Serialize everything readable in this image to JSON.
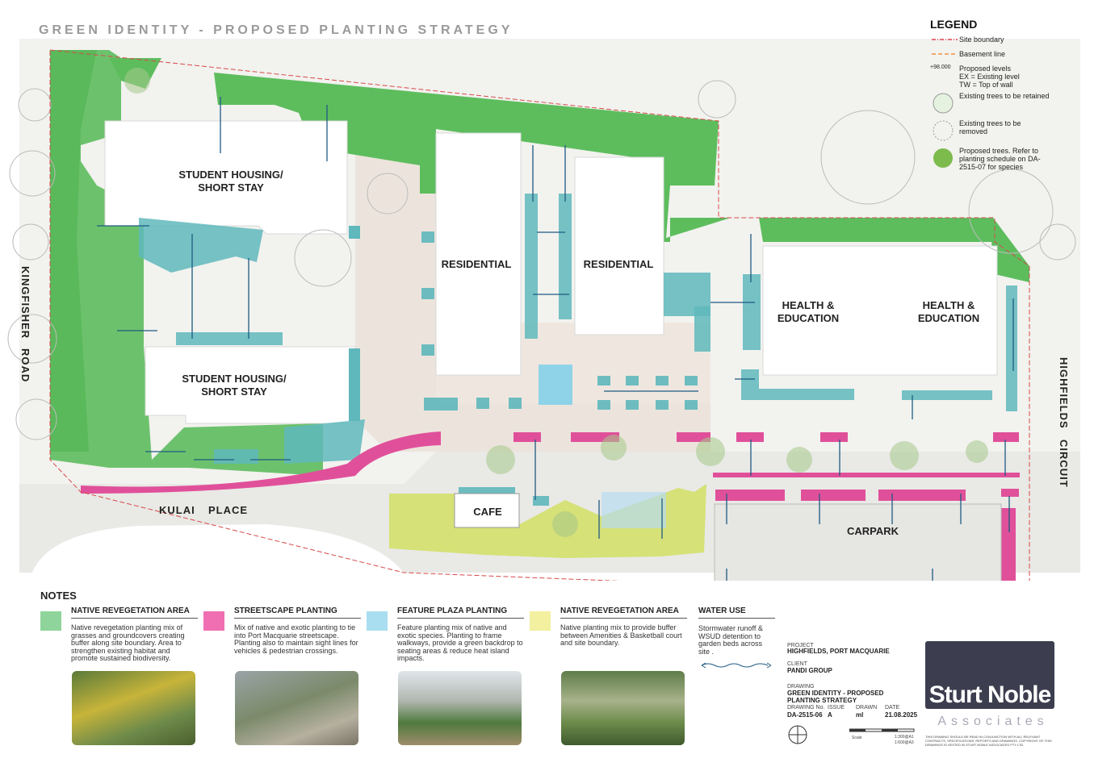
{
  "title": "GREEN IDENTITY - PROPOSED PLANTING STRATEGY",
  "legend": {
    "heading": "LEGEND",
    "items": [
      {
        "label": "Site boundary",
        "icon": "site-boundary-line"
      },
      {
        "label": "Basement line",
        "icon": "basement-line"
      },
      {
        "symbol": "+98.000",
        "label": "Proposed levels\nEX = Existing level\nTW = Top of wall",
        "icon": "level-marker"
      },
      {
        "label": "Existing trees to be retained",
        "icon": "tree-retained-icon"
      },
      {
        "label": "Existing trees to be\nremoved",
        "icon": "tree-removed-icon"
      },
      {
        "label": "Proposed trees. Refer to\nplanting schedule on DA-\n2515-07 for species",
        "icon": "tree-proposed-icon"
      }
    ]
  },
  "plan_labels": {
    "student_housing_1": [
      "STUDENT HOUSING/",
      "SHORT STAY"
    ],
    "student_housing_2": [
      "STUDENT HOUSING/",
      "SHORT STAY"
    ],
    "residential_1": "RESIDENTIAL",
    "residential_2": "RESIDENTIAL",
    "health_1": [
      "HEALTH &",
      "EDUCATION"
    ],
    "health_2": [
      "HEALTH &",
      "EDUCATION"
    ],
    "cafe": "CAFE",
    "carpark": "CARPARK",
    "kulai": "KULAI",
    "place": "PLACE",
    "kingfisher": "KINGFISHER",
    "road": "ROAD",
    "highfields": "HIGHFIELDS",
    "circuit": "CIRCUIT"
  },
  "colors": {
    "native_green": "#5fbf5f",
    "streetscape_pink": "#e0509a",
    "plaza_blue": "#6cc0c8",
    "native_yellow": "#d8e47a",
    "building": "#ffffff",
    "paving": "#e8e0d8"
  },
  "notes": {
    "heading": "NOTES",
    "items": [
      {
        "title": "NATIVE REVEGETATION AREA",
        "color": "#8fd49a",
        "text": "Native revegetation planting mix of grasses and groundcovers creating buffer along site boundary. Area to strengthen existing habitat and promote sustained biodiversity."
      },
      {
        "title": "STREETSCAPE PLANTING",
        "color": "#f06fb2",
        "text": "Mix of native and exotic planting to tie into Port Macquarie streetscape. Planting also to maintain sight lines for vehicles & pedestrian crossings."
      },
      {
        "title": "FEATURE PLAZA PLANTING",
        "color": "#a9def0",
        "text": "Feature planting mix of native and exotic species. Planting to frame walkways, provide a green backdrop to seating areas & reduce heat island impacts."
      },
      {
        "title": "NATIVE REVEGETATION AREA",
        "color": "#f3f0a0",
        "text": "Native planting mix to provide buffer between Amenities & Basketball court and site boundary."
      }
    ],
    "water": {
      "title": "WATER USE",
      "text": "Stormwater runoff & WSUD detention to garden beds across site ."
    }
  },
  "title_block": {
    "project_label": "PROJECT",
    "project": "HIGHFIELDS, PORT MACQUARIE",
    "client_label": "CLIENT",
    "client": "PANDI GROUP",
    "drawing_label": "DRAWING",
    "drawing": "GREEN IDENTITY - PROPOSED PLANTING STRATEGY",
    "drawing_no_label": "DRAWING No.",
    "issue_label": "ISSUE",
    "drawn_label": "DRAWN",
    "date_label": "DATE",
    "drawing_no": "DA-2515-06",
    "issue": "A",
    "drawn": "ml",
    "date": "21.08.2025",
    "scale_label": "Scale",
    "scale_a1": "1:300@A1",
    "scale_a3": "1:600@A3",
    "disclaimer": "THIS DRAWING SHOULD BE READ IN CONJUNCTION WITH ALL RELEVANT CONTRACTS, SPECIFICATIONS, REPORTS AND DRAWINGS. COPYRIGHT OF THIS DRAWINGS IS VESTED IN STURT NOBLE ASSOCIATES PTY LTD."
  },
  "logo": {
    "name": "Sturt Noble",
    "sub": "Associates"
  }
}
